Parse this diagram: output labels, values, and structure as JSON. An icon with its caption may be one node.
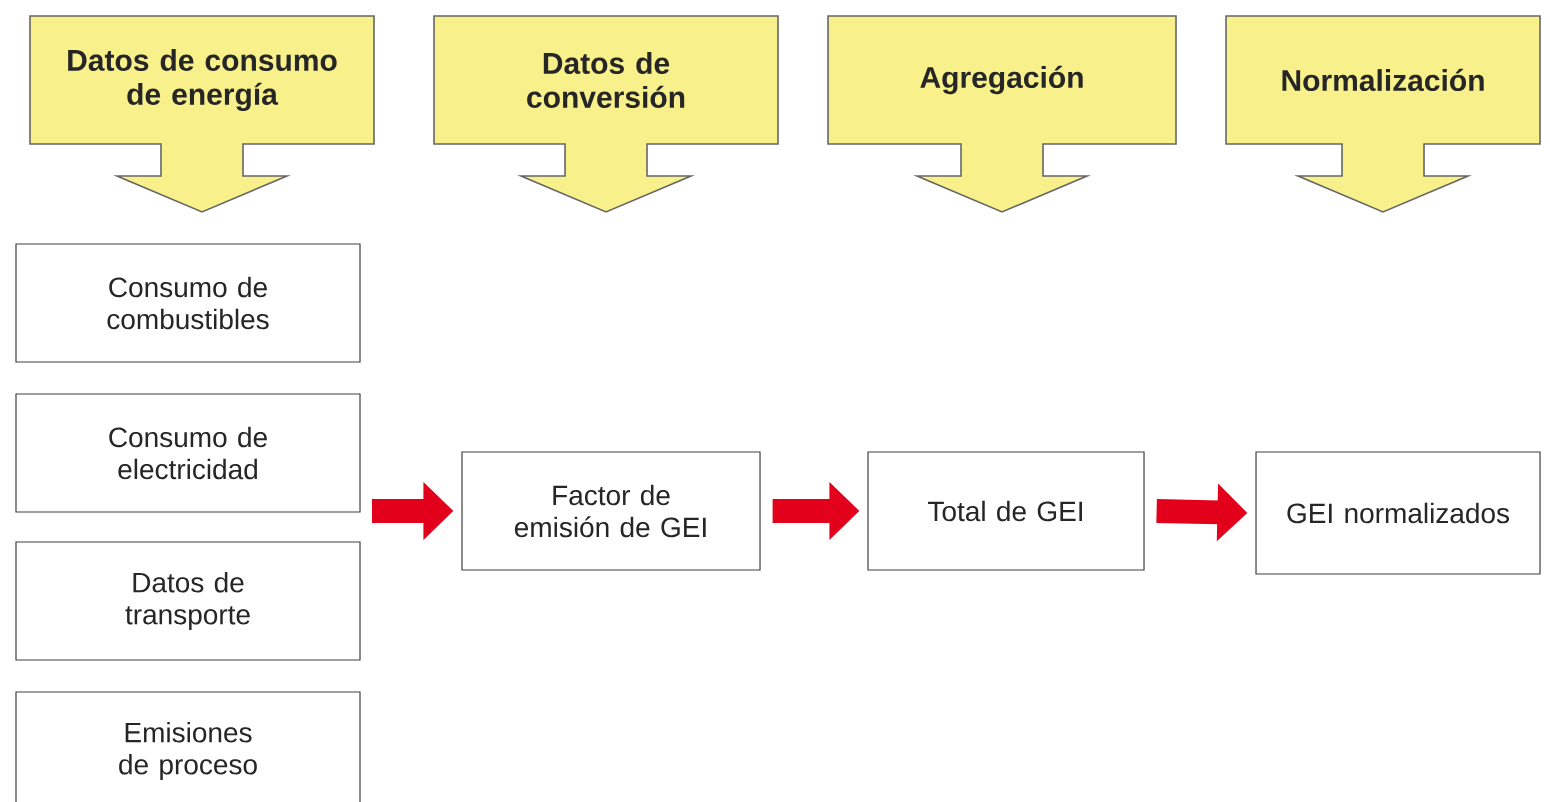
{
  "diagram": {
    "nodes": [
      {
        "text": [
          "Datos de consumo de energía"
        ]
      },
      {
        "text": [
          "Datos de conversión"
        ]
      },
      {
        "text": [
          "Agregación"
        ]
      },
      {
        "text": [
          "Normalización"
        ]
      },
      {
        "text": [
          "Consumo de combustibles"
        ]
      },
      {
        "text": [
          "Consumo de electricidad"
        ]
      },
      {
        "text": [
          "Datos de transporte"
        ]
      },
      {
        "text": [
          "Emisiones de proceso"
        ]
      },
      {
        "text": [
          "Factor de emisión de GEI"
        ]
      },
      {
        "text": [
          "Total de GEI"
        ]
      },
      {
        "text": [
          "GEI normalizados"
        ]
      }
    ],
    "edges": [
      {
        "from": 5,
        "to": 8,
        "arrow": "to"
      },
      {
        "from": 8,
        "to": 9,
        "arrow": "to"
      },
      {
        "from": 9,
        "to": 10,
        "arrow": "to"
      }
    ]
  }
}
